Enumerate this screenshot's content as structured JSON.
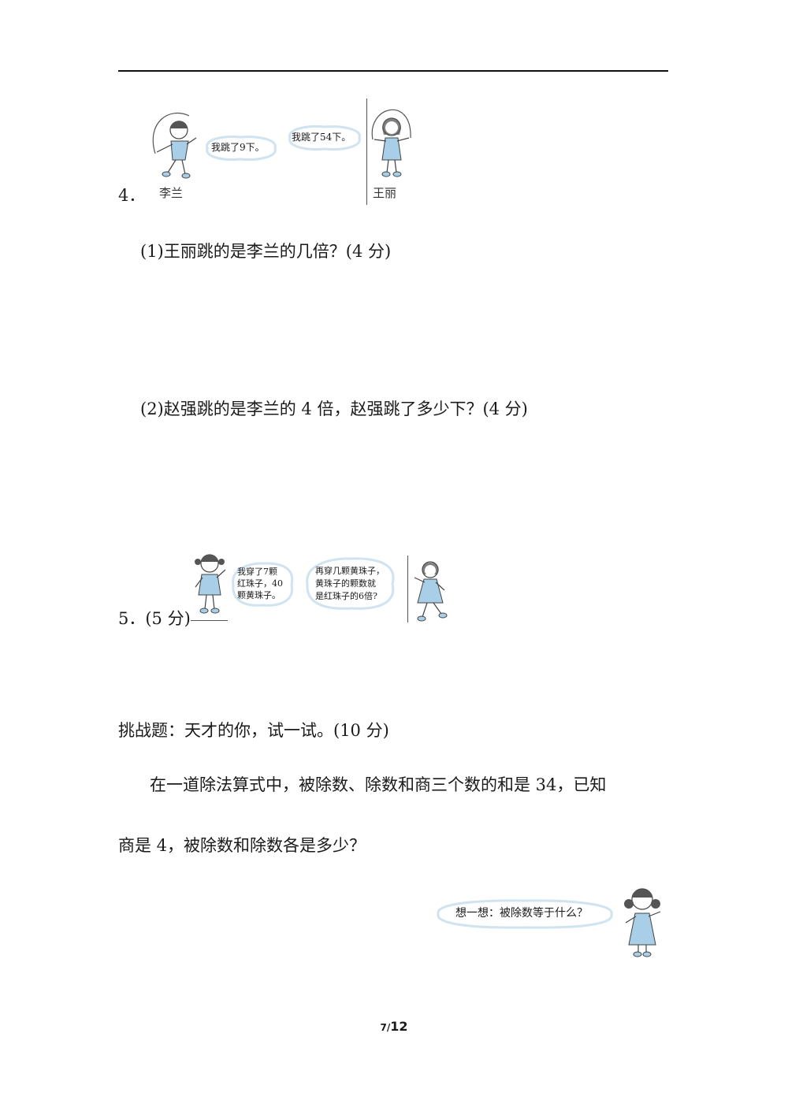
{
  "q4": {
    "number": "4．",
    "lilan_says": "我跳了9下。",
    "wangli_says": "我跳了54下。",
    "lilan_name": "李兰",
    "wangli_name": "王丽",
    "sub1": "(1)王丽跳的是李兰的几倍？(4 分)",
    "sub2": "(2)赵强跳的是李兰的 4 倍，赵强跳了多少下？(4 分)"
  },
  "q5": {
    "number": "5．(5 分)",
    "girl1_lines": [
      "我穿了7颗",
      "红珠子，40",
      "颗黄珠子。"
    ],
    "girl2_lines": [
      "再穿几颗黄珠子，",
      "黄珠子的颗数就",
      "是红珠子的6倍?"
    ]
  },
  "challenge": {
    "title": "挑战题：天才的你，试一试。(10 分)",
    "line1": "在一道除法算式中，被除数、除数和商三个数的和是 34，已知",
    "line2": "商是 4，被除数和除数各是多少？",
    "hint": "想一想：被除数等于什么？"
  },
  "page": {
    "current": "7/",
    "total": "12"
  },
  "colors": {
    "skirt": "#a9cfe8",
    "hair": "#555555",
    "bubble": "#cfe3f0"
  }
}
